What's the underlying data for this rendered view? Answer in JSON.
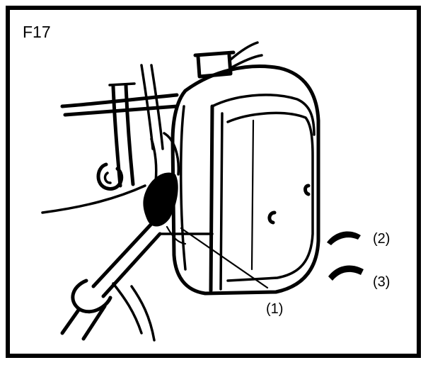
{
  "figure": {
    "id_label": "F17",
    "callouts": {
      "part_1": "(1)",
      "part_2": "(2)",
      "part_3": "(3)"
    },
    "colors": {
      "ink": "#000000",
      "paper": "#ffffff"
    }
  }
}
